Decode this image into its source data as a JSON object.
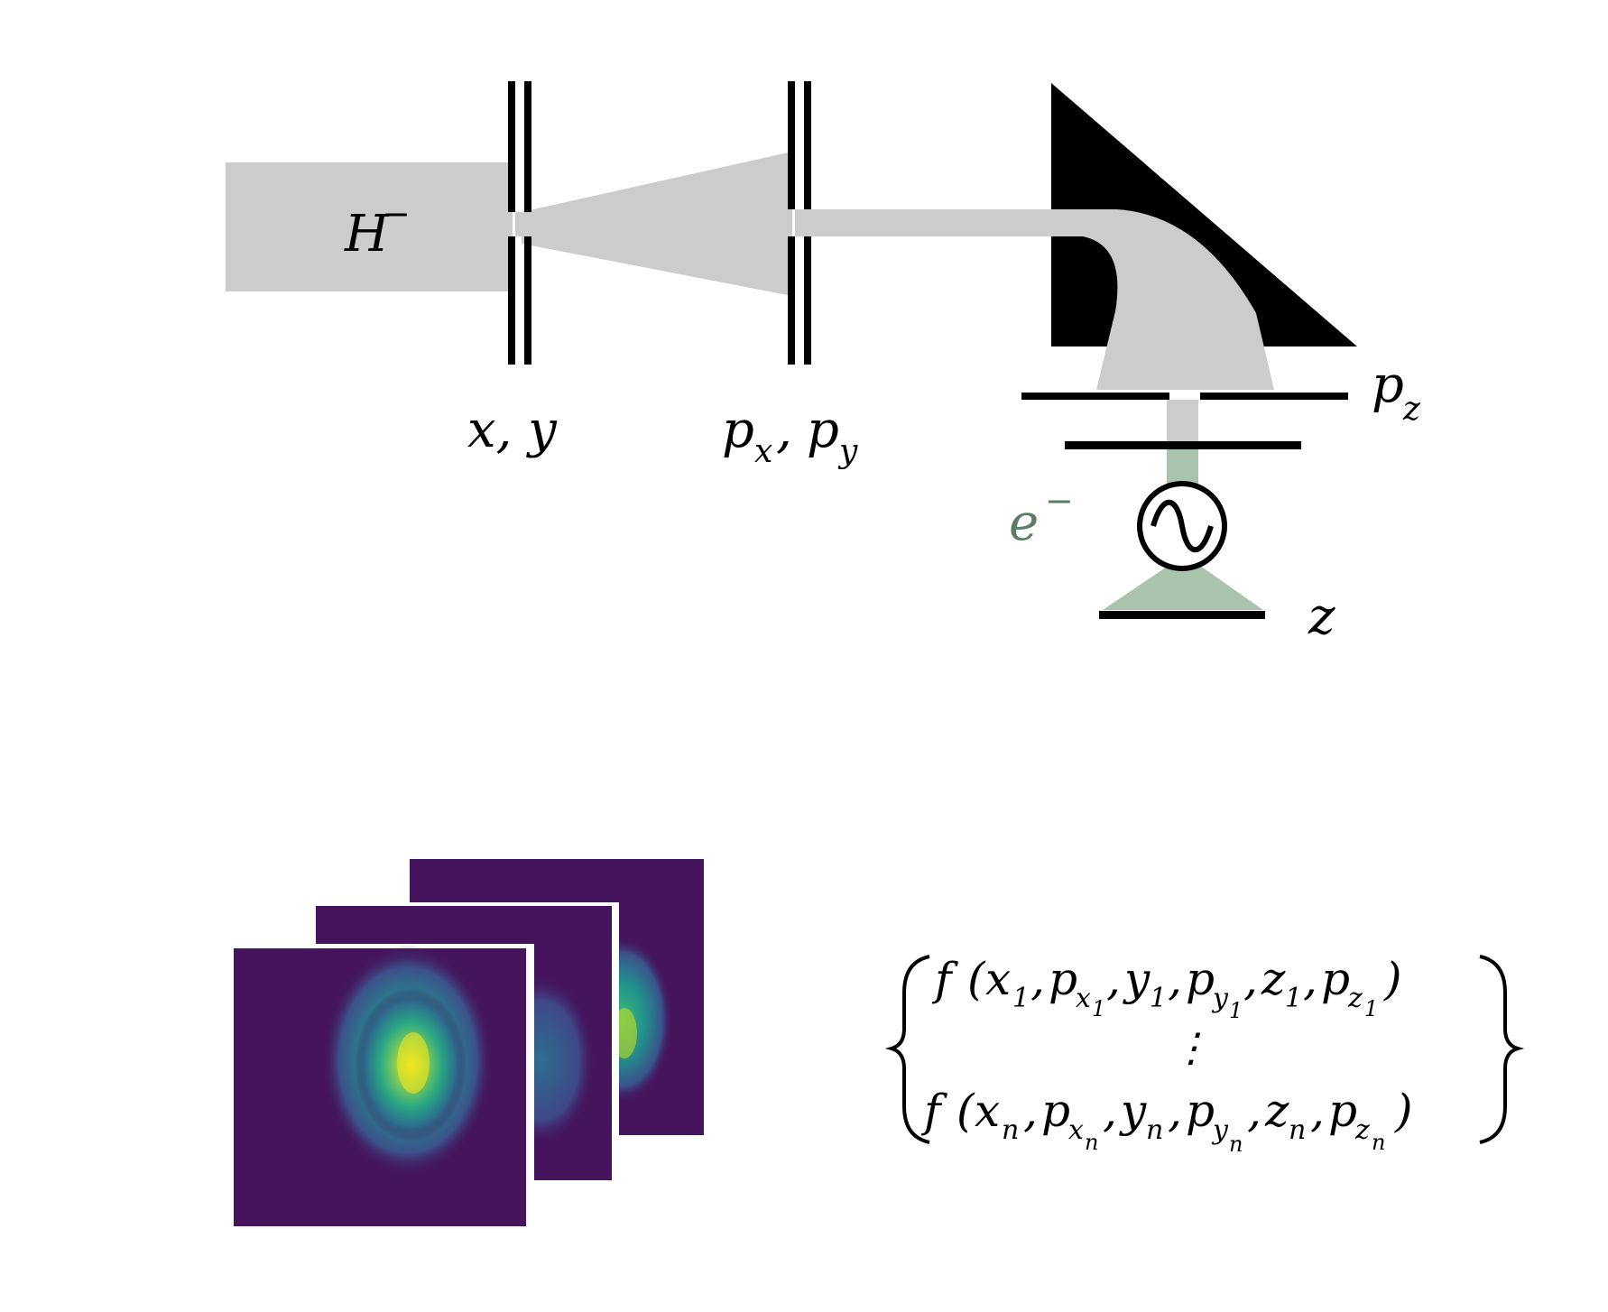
{
  "labels": {
    "ion": {
      "base": "H",
      "sup": "−"
    },
    "slit1": {
      "text": "x, y"
    },
    "slit2": {
      "a": "p",
      "a_sub": "x",
      "sep": ", ",
      "b": "p",
      "b_sub": "y"
    },
    "pz": {
      "base": "p",
      "sub": "z"
    },
    "electron": {
      "base": "e",
      "sup": "−"
    },
    "z": {
      "text": "z"
    }
  },
  "formula": {
    "row1": {
      "f": "f",
      "open": "(",
      "x": "x",
      "x_sub": "1",
      "px": "p",
      "px_sub": "x",
      "px_subsub": "1",
      "y": "y",
      "y_sub": "1",
      "py": "p",
      "py_sub": "y",
      "py_subsub": "1",
      "z": "z",
      "z_sub": "1",
      "pz": "p",
      "pz_sub": "z",
      "pz_subsub": "1",
      "close": ")"
    },
    "dots": "⋮",
    "rowN": {
      "f": "f",
      "open": "(",
      "x": "x",
      "x_sub": "n",
      "px": "p",
      "px_sub": "x",
      "px_subsub": "n",
      "y": "y",
      "y_sub": "n",
      "py": "p",
      "py_sub": "y",
      "py_subsub": "n",
      "z": "z",
      "z_sub": "n",
      "pz": "p",
      "pz_sub": "z",
      "pz_subsub": "n",
      "close": ")"
    },
    "comma": ","
  },
  "colors": {
    "beam": "#cccccc",
    "electron_beam": "#a9c3ad",
    "electron_label": "#5a7d63",
    "frame_bg": "#45145c",
    "slit": "#000000"
  },
  "icons": {
    "source": "sine-wave-source-icon",
    "images": "beam-image-stack"
  }
}
